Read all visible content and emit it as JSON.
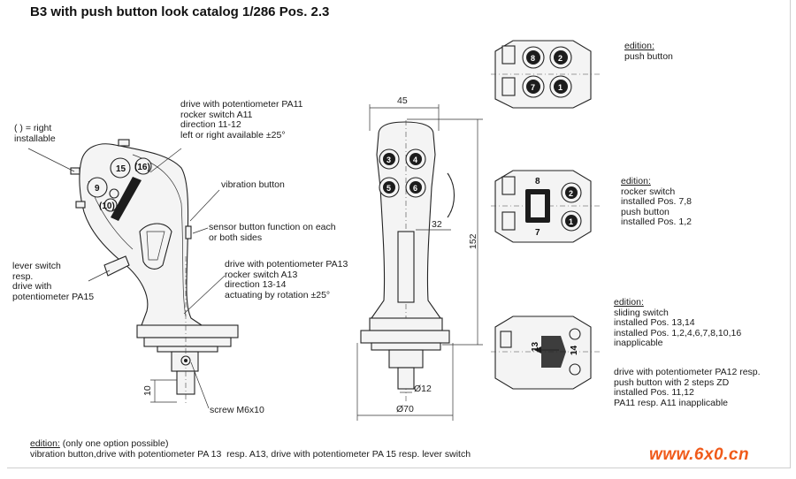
{
  "title": "B3 with push button look catalog 1/286 Pos. 2.3",
  "left_notes": {
    "brackets": [
      "( ) = right",
      "installable"
    ],
    "drive_a11": [
      "drive with potentiometer PA11",
      "rocker switch A11",
      "direction 11-12",
      "left or right available ±25°"
    ],
    "vibration": "vibration button",
    "sensor": [
      "sensor button function on each",
      "or both sides"
    ],
    "lever": [
      "lever switch",
      "resp.",
      "drive with",
      "potentiometer PA15"
    ],
    "drive_a13": [
      "drive with potentiometer PA13",
      "rocker switch A13",
      "direction 13-14",
      "actuating by rotation ±25°"
    ],
    "screw": "screw M6x10",
    "dim_10": "10"
  },
  "side_buttons": {
    "b15": "15",
    "b16": "(16)",
    "b9": "9",
    "b10": "(10)"
  },
  "front_view": {
    "buttons": [
      "3",
      "4",
      "5",
      "6"
    ],
    "dims": {
      "width": "45",
      "height": "152",
      "offset": "32",
      "shaft": "Ø12",
      "base": "Ø70"
    }
  },
  "editions": {
    "push": {
      "heading": "edition:",
      "lines": [
        "push button"
      ],
      "buttons": [
        "8",
        "2",
        "7",
        "1"
      ]
    },
    "rocker": {
      "heading": "edition:",
      "lines": [
        "rocker switch",
        "installed Pos. 7,8",
        "push button",
        "installed Pos. 1,2"
      ],
      "labels": [
        "8",
        "7",
        "2",
        "1"
      ]
    },
    "sliding": {
      "heading": "edition:",
      "lines": [
        "sliding switch",
        "installed Pos. 13,14",
        "installed Pos. 1,2,4,6,7,8,10,16",
        "inapplicable"
      ],
      "labels": [
        "13",
        "14"
      ]
    },
    "pa12": [
      "drive with potentiometer PA12 resp.",
      "push button with 2 steps ZD",
      "installed Pos. 11,12",
      "PA11 resp. A11 inapplicable"
    ]
  },
  "footer": {
    "heading": "edition:",
    "note": " (only one option possible)",
    "line2": "vibration button,drive with potentiometer PA 13  resp. A13, drive with potentiometer PA 15 resp. lever switch"
  },
  "watermark": "www.6x0.cn",
  "colors": {
    "watermark": "#f05a1a",
    "ink": "#1a1a1a"
  }
}
